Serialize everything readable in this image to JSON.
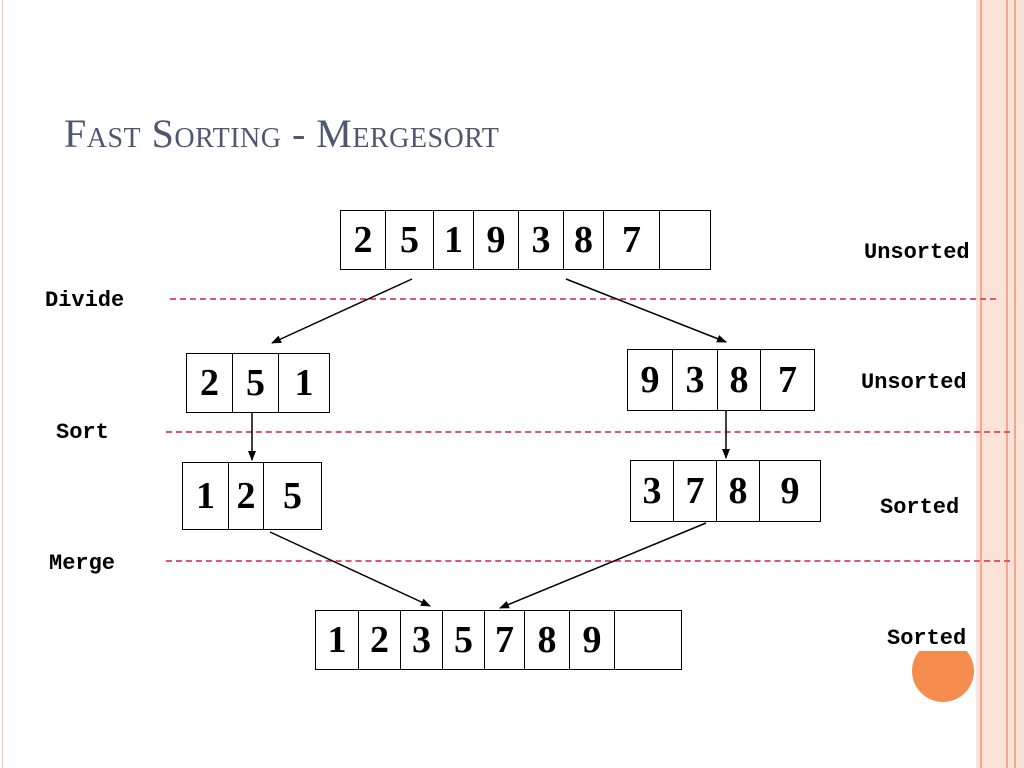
{
  "title": "Fast Sorting - Mergesort",
  "steps": {
    "divide": "Divide",
    "sort": "Sort",
    "merge": "Merge"
  },
  "states": {
    "unsorted_top": "Unsorted",
    "unsorted_mid": "Unsorted",
    "sorted_mid": "Sorted",
    "sorted_bottom": "Sorted"
  },
  "arrays": {
    "original": [
      "2",
      "5",
      "1",
      "9",
      "3",
      "8",
      "7",
      ""
    ],
    "left_unsorted": [
      "2",
      "5",
      "1"
    ],
    "right_unsorted": [
      "9",
      "3",
      "8",
      "7"
    ],
    "left_sorted": [
      "1",
      "2",
      "5"
    ],
    "right_sorted": [
      "3",
      "7",
      "8",
      "9"
    ],
    "merged": [
      "1",
      "2",
      "3",
      "5",
      "7",
      "8",
      "9",
      ""
    ]
  },
  "colors": {
    "title": "#4d5870",
    "dashed_line": "#e0566f",
    "accent_circle": "#f58d4f",
    "border": "#fbe3d9"
  }
}
